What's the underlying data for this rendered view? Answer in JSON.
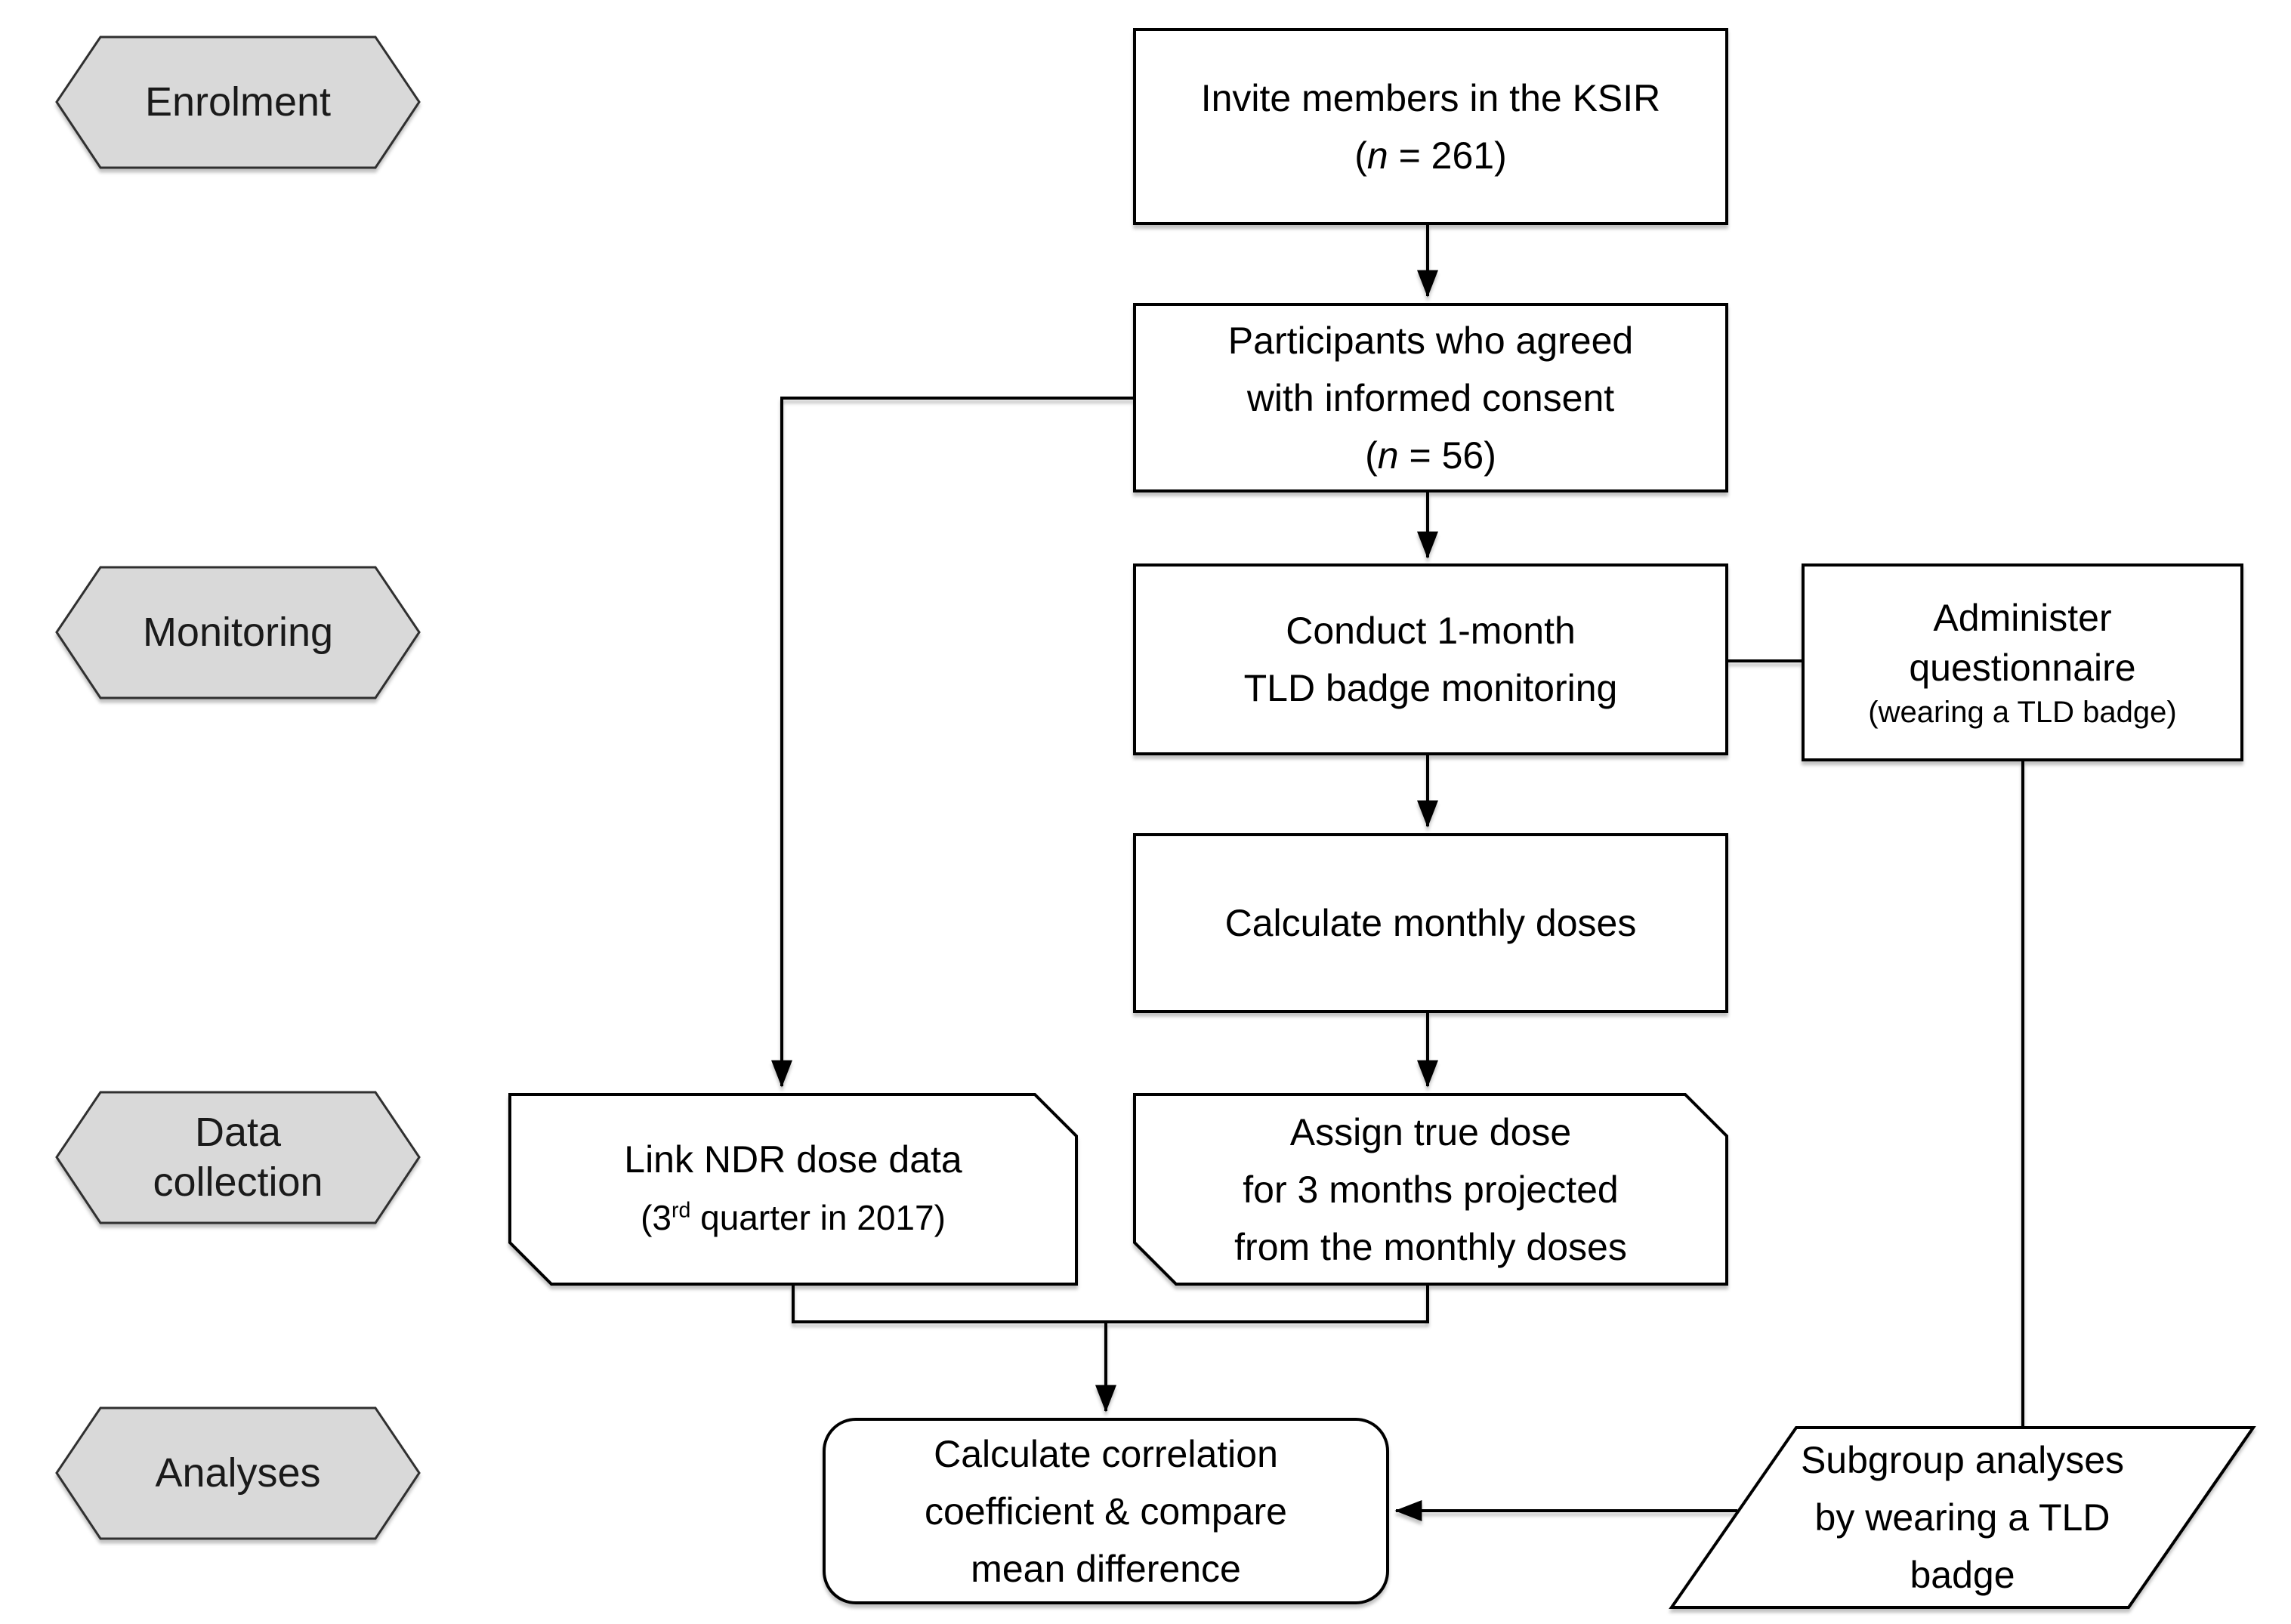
{
  "figure": {
    "type": "flowchart",
    "colors": {
      "background": "#ffffff",
      "stage_fill": "#d9d9d9",
      "stage_border": "#303030",
      "node_fill": "#ffffff",
      "node_border": "#000000",
      "connector": "#000000",
      "text": "#000000"
    },
    "stages": {
      "enrolment": "Enrolment",
      "monitoring": "Monitoring",
      "data_collection_line1": "Data",
      "data_collection_line2": "collection",
      "analyses": "Analyses"
    },
    "nodes": {
      "invite": {
        "line1": "Invite members in the KSIR",
        "n_pre": "(",
        "n_italic": "n",
        "n_post": " = 261)"
      },
      "participants": {
        "line1": "Participants who agreed",
        "line2": "with informed consent",
        "n_pre": "(",
        "n_italic": "n",
        "n_post": " = 56)"
      },
      "conduct": {
        "line1": "Conduct 1-month",
        "line2": "TLD badge monitoring"
      },
      "administer": {
        "line1": "Administer",
        "line2": "questionnaire",
        "line3": "(wearing a TLD badge)"
      },
      "calc_monthly": {
        "line1": "Calculate monthly doses"
      },
      "link_ndr": {
        "line1": "Link NDR dose data",
        "q_pre": "(3",
        "q_sup": "rd",
        "q_post": " quarter in 2017)"
      },
      "assign_true": {
        "line1": "Assign true dose",
        "line2": "for 3 months projected",
        "line3": "from the monthly doses"
      },
      "calc_corr": {
        "line1": "Calculate correlation",
        "line2": "coefficient & compare",
        "line3": "mean difference"
      },
      "subgroup": {
        "line1": "Subgroup analyses",
        "line2": "by wearing a TLD",
        "line3": "badge"
      }
    }
  }
}
